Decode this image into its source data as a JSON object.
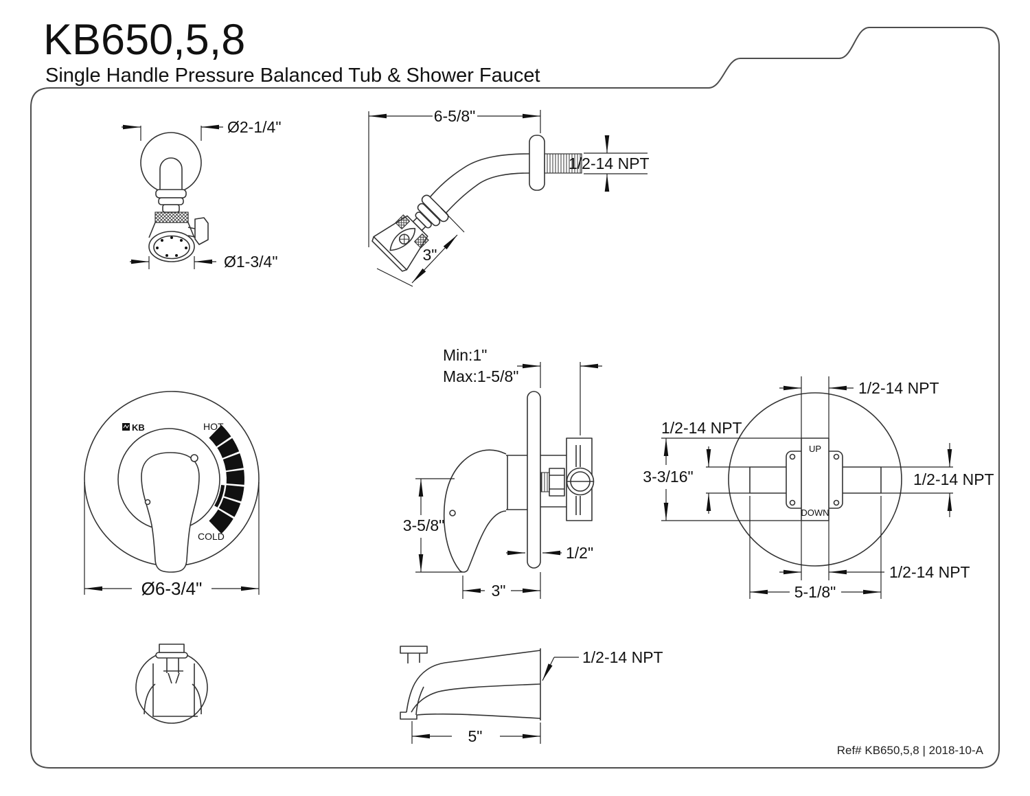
{
  "title": {
    "model": "KB650,5,8",
    "subtitle": "Single Handle Pressure Balanced Tub & Shower Faucet"
  },
  "footer": {
    "ref": "Ref# KB650,5,8 | 2018-10-A"
  },
  "colors": {
    "line": "#333333",
    "text": "#111111",
    "indicator_black": "#111111",
    "border": "#4d4d4d",
    "background": "#ffffff"
  },
  "drawings": {
    "showerhead_front": {
      "dim_flange_diameter": "Ø2-1/4\"",
      "dim_head_diameter": "Ø1-3/4\""
    },
    "shower_arm_side": {
      "dim_arm_length": "6-5/8\"",
      "dim_thread": "1/2-14 NPT",
      "dim_head_length": "3\""
    },
    "trim_face": {
      "logo_text": "KB",
      "label_hot": "HOT",
      "label_cold": "COLD",
      "dim_escutcheon_diameter": "Ø6-3/4\""
    },
    "valve_side": {
      "dim_wall_min": "Min:1\"",
      "dim_wall_max": "Max:1-5/8\"",
      "dim_handle_height": "3-5/8\"",
      "dim_plate_thickness": "1/2\"",
      "dim_depth": "3\""
    },
    "rough_in": {
      "label_up": "UP",
      "label_down": "DOWN",
      "npt_top": "1/2-14 NPT",
      "npt_left": "1/2-14 NPT",
      "npt_right": "1/2-14 NPT",
      "npt_bottom": "1/2-14 NPT",
      "dim_body_height": "3-3/16\"",
      "dim_body_width": "5-1/8\""
    },
    "tub_spout": {
      "npt": "1/2-14 NPT",
      "dim_length": "5\""
    }
  }
}
